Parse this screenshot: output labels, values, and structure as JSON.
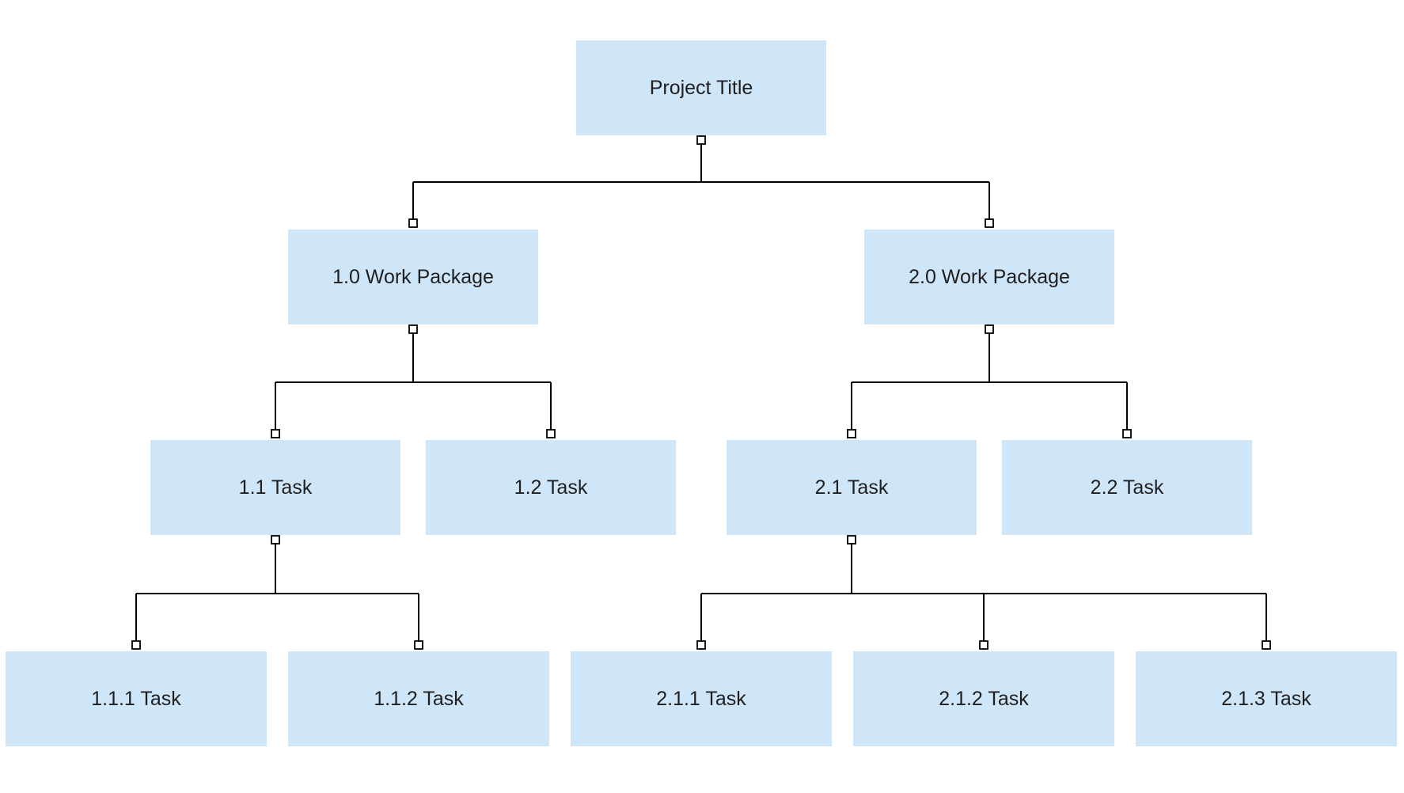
{
  "diagram": {
    "type": "work breakdown structure",
    "colors": {
      "node_fill": "#cfe6f9",
      "connector": "#000000",
      "text": "#1f1f1f"
    },
    "nodes": [
      {
        "id": "root",
        "label": "Project Title",
        "parent": null
      },
      {
        "id": "wp1",
        "label": "1.0 Work Package",
        "parent": "root"
      },
      {
        "id": "wp2",
        "label": "2.0 Work Package",
        "parent": "root"
      },
      {
        "id": "t11",
        "label": "1.1 Task",
        "parent": "wp1"
      },
      {
        "id": "t12",
        "label": "1.2 Task",
        "parent": "wp1"
      },
      {
        "id": "t21",
        "label": "2.1 Task",
        "parent": "wp2"
      },
      {
        "id": "t22",
        "label": "2.2 Task",
        "parent": "wp2"
      },
      {
        "id": "t111",
        "label": "1.1.1 Task",
        "parent": "t11"
      },
      {
        "id": "t112",
        "label": "1.1.2 Task",
        "parent": "t11"
      },
      {
        "id": "t211",
        "label": "2.1.1 Task",
        "parent": "t21"
      },
      {
        "id": "t212",
        "label": "2.1.2 Task",
        "parent": "t21"
      },
      {
        "id": "t213",
        "label": "2.1.3 Task",
        "parent": "t21"
      }
    ]
  }
}
